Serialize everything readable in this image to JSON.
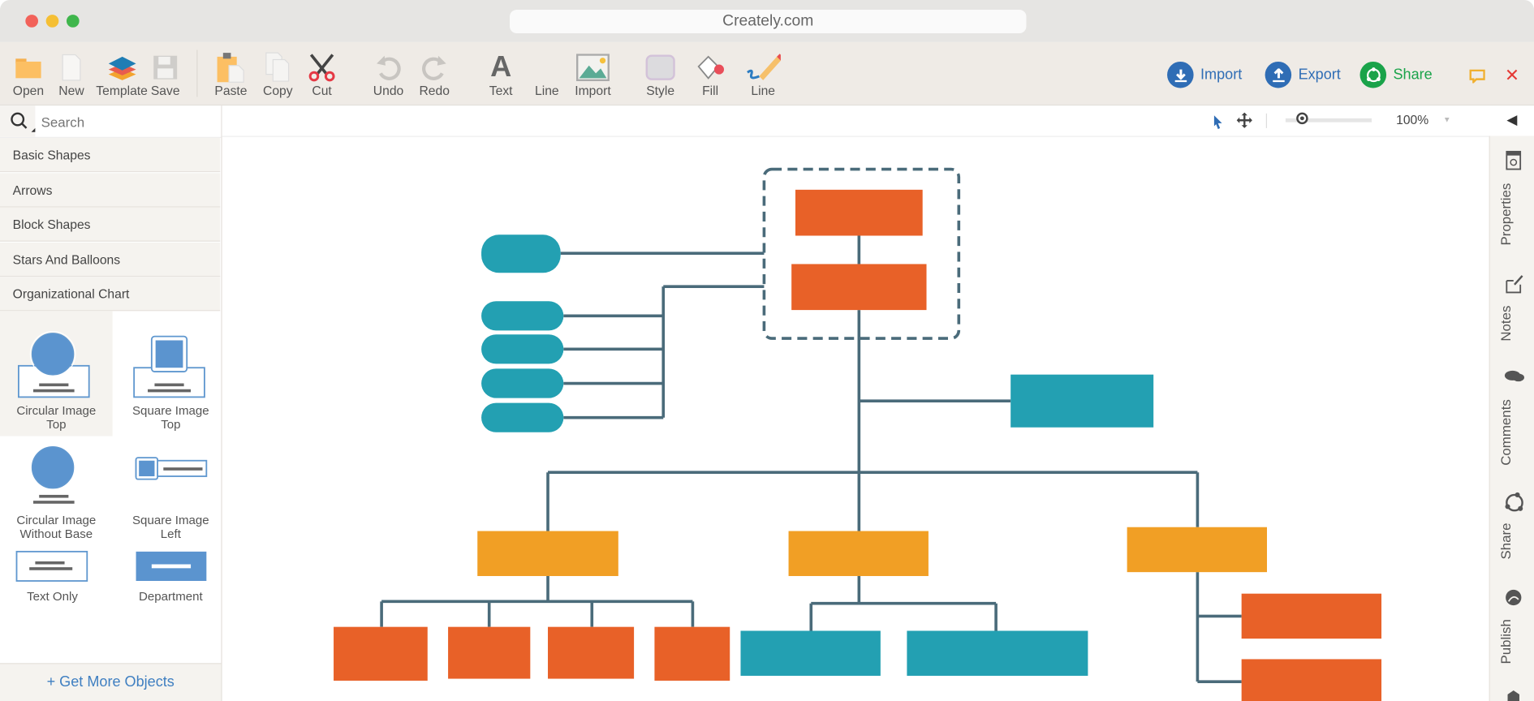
{
  "window": {
    "url": "Creately.com"
  },
  "toolbar": {
    "items": [
      {
        "label": "Open",
        "icon": "folder-icon"
      },
      {
        "label": "New",
        "icon": "new-file-icon"
      },
      {
        "label": "Template",
        "icon": "template-layers-icon"
      },
      {
        "label": "Save",
        "icon": "save-icon"
      },
      {
        "label": "Paste",
        "icon": "paste-icon"
      },
      {
        "label": "Copy",
        "icon": "copy-icon"
      },
      {
        "label": "Cut",
        "icon": "scissors-icon"
      },
      {
        "label": "Undo",
        "icon": "undo-icon"
      },
      {
        "label": "Redo",
        "icon": "redo-icon"
      },
      {
        "label": "Text",
        "icon": "text-icon"
      },
      {
        "label": "Line",
        "icon": "line-icon"
      },
      {
        "label": "Import",
        "icon": "image-icon"
      },
      {
        "label": "Style",
        "icon": "style-icon"
      },
      {
        "label": "Fill",
        "icon": "fill-bucket-icon"
      },
      {
        "label": "Line",
        "icon": "pencil-line-icon"
      }
    ],
    "import_label": "Import",
    "export_label": "Export",
    "share_label": "Share",
    "colors": {
      "blue": "#2f6db5",
      "green": "#1aa34a",
      "close": "#e53935",
      "chat": "#f0b030"
    }
  },
  "left_panel": {
    "search_placeholder": "Search",
    "categories": [
      "Basic Shapes",
      "Arrows",
      "Block Shapes",
      "Stars And Balloons",
      "Organizational Chart"
    ],
    "shapes": [
      {
        "label_1": "Circular Image",
        "label_2": "Top"
      },
      {
        "label_1": "Square Image",
        "label_2": "Top"
      },
      {
        "label_1": "Circular Image",
        "label_2": "Without Base"
      },
      {
        "label_1": "Square Image",
        "label_2": "Left"
      },
      {
        "label_1": "Text Only",
        "label_2": ""
      },
      {
        "label_1": "Department",
        "label_2": ""
      }
    ],
    "more_label": "+ Get More Objects"
  },
  "canvas_bar": {
    "zoom": "100%",
    "zoom_level": 0.1
  },
  "right_sidebar": [
    "Properties",
    "Notes",
    "Comments",
    "Share",
    "Publish"
  ],
  "diagram": {
    "colors": {
      "orange_red": "#e86128",
      "teal": "#23a0b2",
      "amber": "#f19f25",
      "connector": "#4a6b7a"
    }
  }
}
